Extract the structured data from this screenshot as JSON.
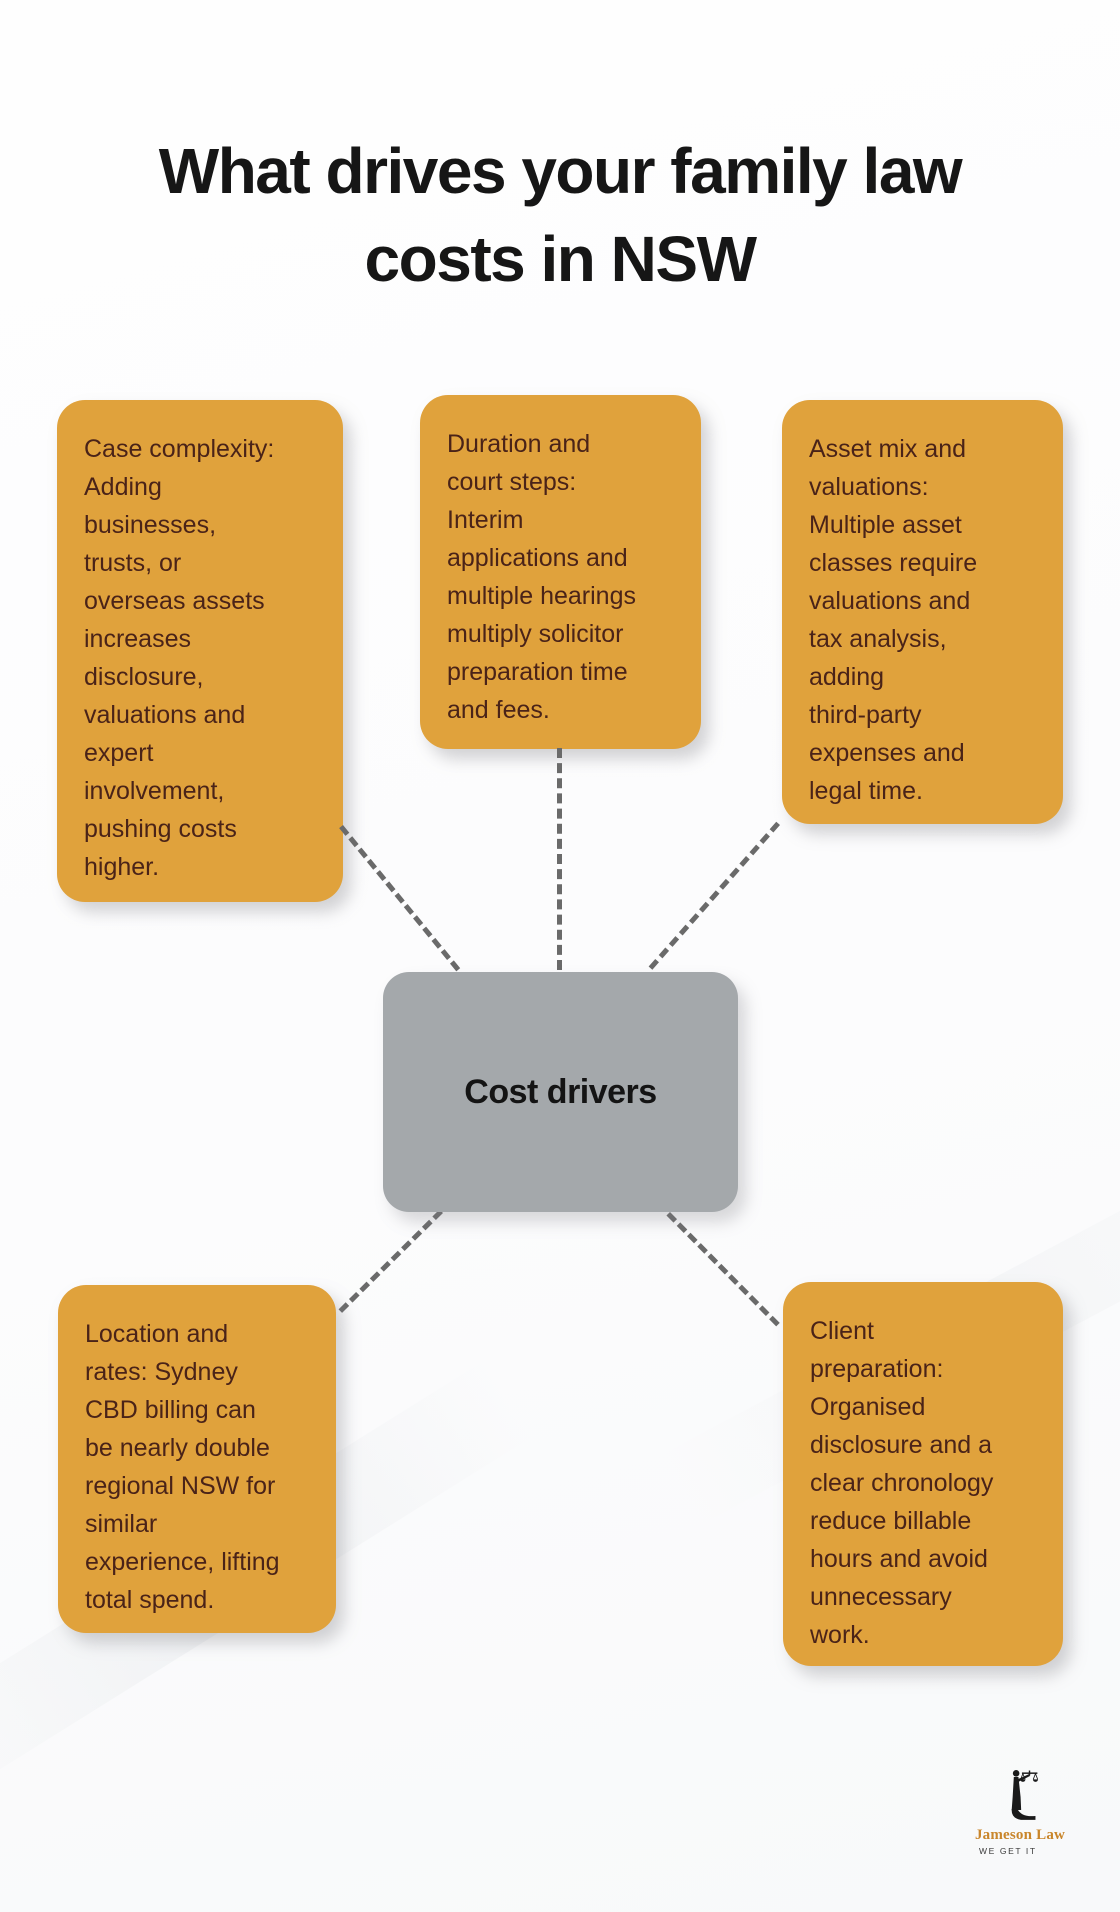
{
  "title": "What drives your family law\ncosts in NSW",
  "center": {
    "label": "Cost drivers"
  },
  "nodes": [
    {
      "id": "case-complexity",
      "text": "Case complexity:\nAdding\nbusinesses,\ntrusts, or\noverseas assets\nincreases\ndisclosure,\nvaluations and\nexpert\ninvolvement,\npushing costs\nhigher."
    },
    {
      "id": "duration-court-steps",
      "text": "Duration and\ncourt steps:\nInterim\napplications and\nmultiple hearings\nmultiply solicitor\npreparation time\nand fees."
    },
    {
      "id": "asset-mix-valuations",
      "text": "Asset mix and\nvaluations:\nMultiple asset\nclasses require\nvaluations and\ntax analysis,\nadding\nthird-party\nexpenses and\nlegal time."
    },
    {
      "id": "location-rates",
      "text": "Location and\nrates: Sydney\nCBD billing can\nbe nearly double\nregional NSW for\nsimilar\nexperience, lifting\ntotal spend."
    },
    {
      "id": "client-preparation",
      "text": "Client\npreparation:\nOrganised\ndisclosure and a\nclear chronology\nreduce billable\nhours and avoid\nunnecessary\nwork."
    }
  ],
  "logo": {
    "name": "Jameson Law",
    "tagline": "WE GET IT"
  },
  "colors": {
    "node_fill": "#E0A23C",
    "node_text": "#4A2318",
    "center_fill": "#A4A8AB",
    "center_text": "#141414",
    "dash_color": "#6a6a6a",
    "title_color": "#161616",
    "logo_gold": "#C9862B"
  }
}
